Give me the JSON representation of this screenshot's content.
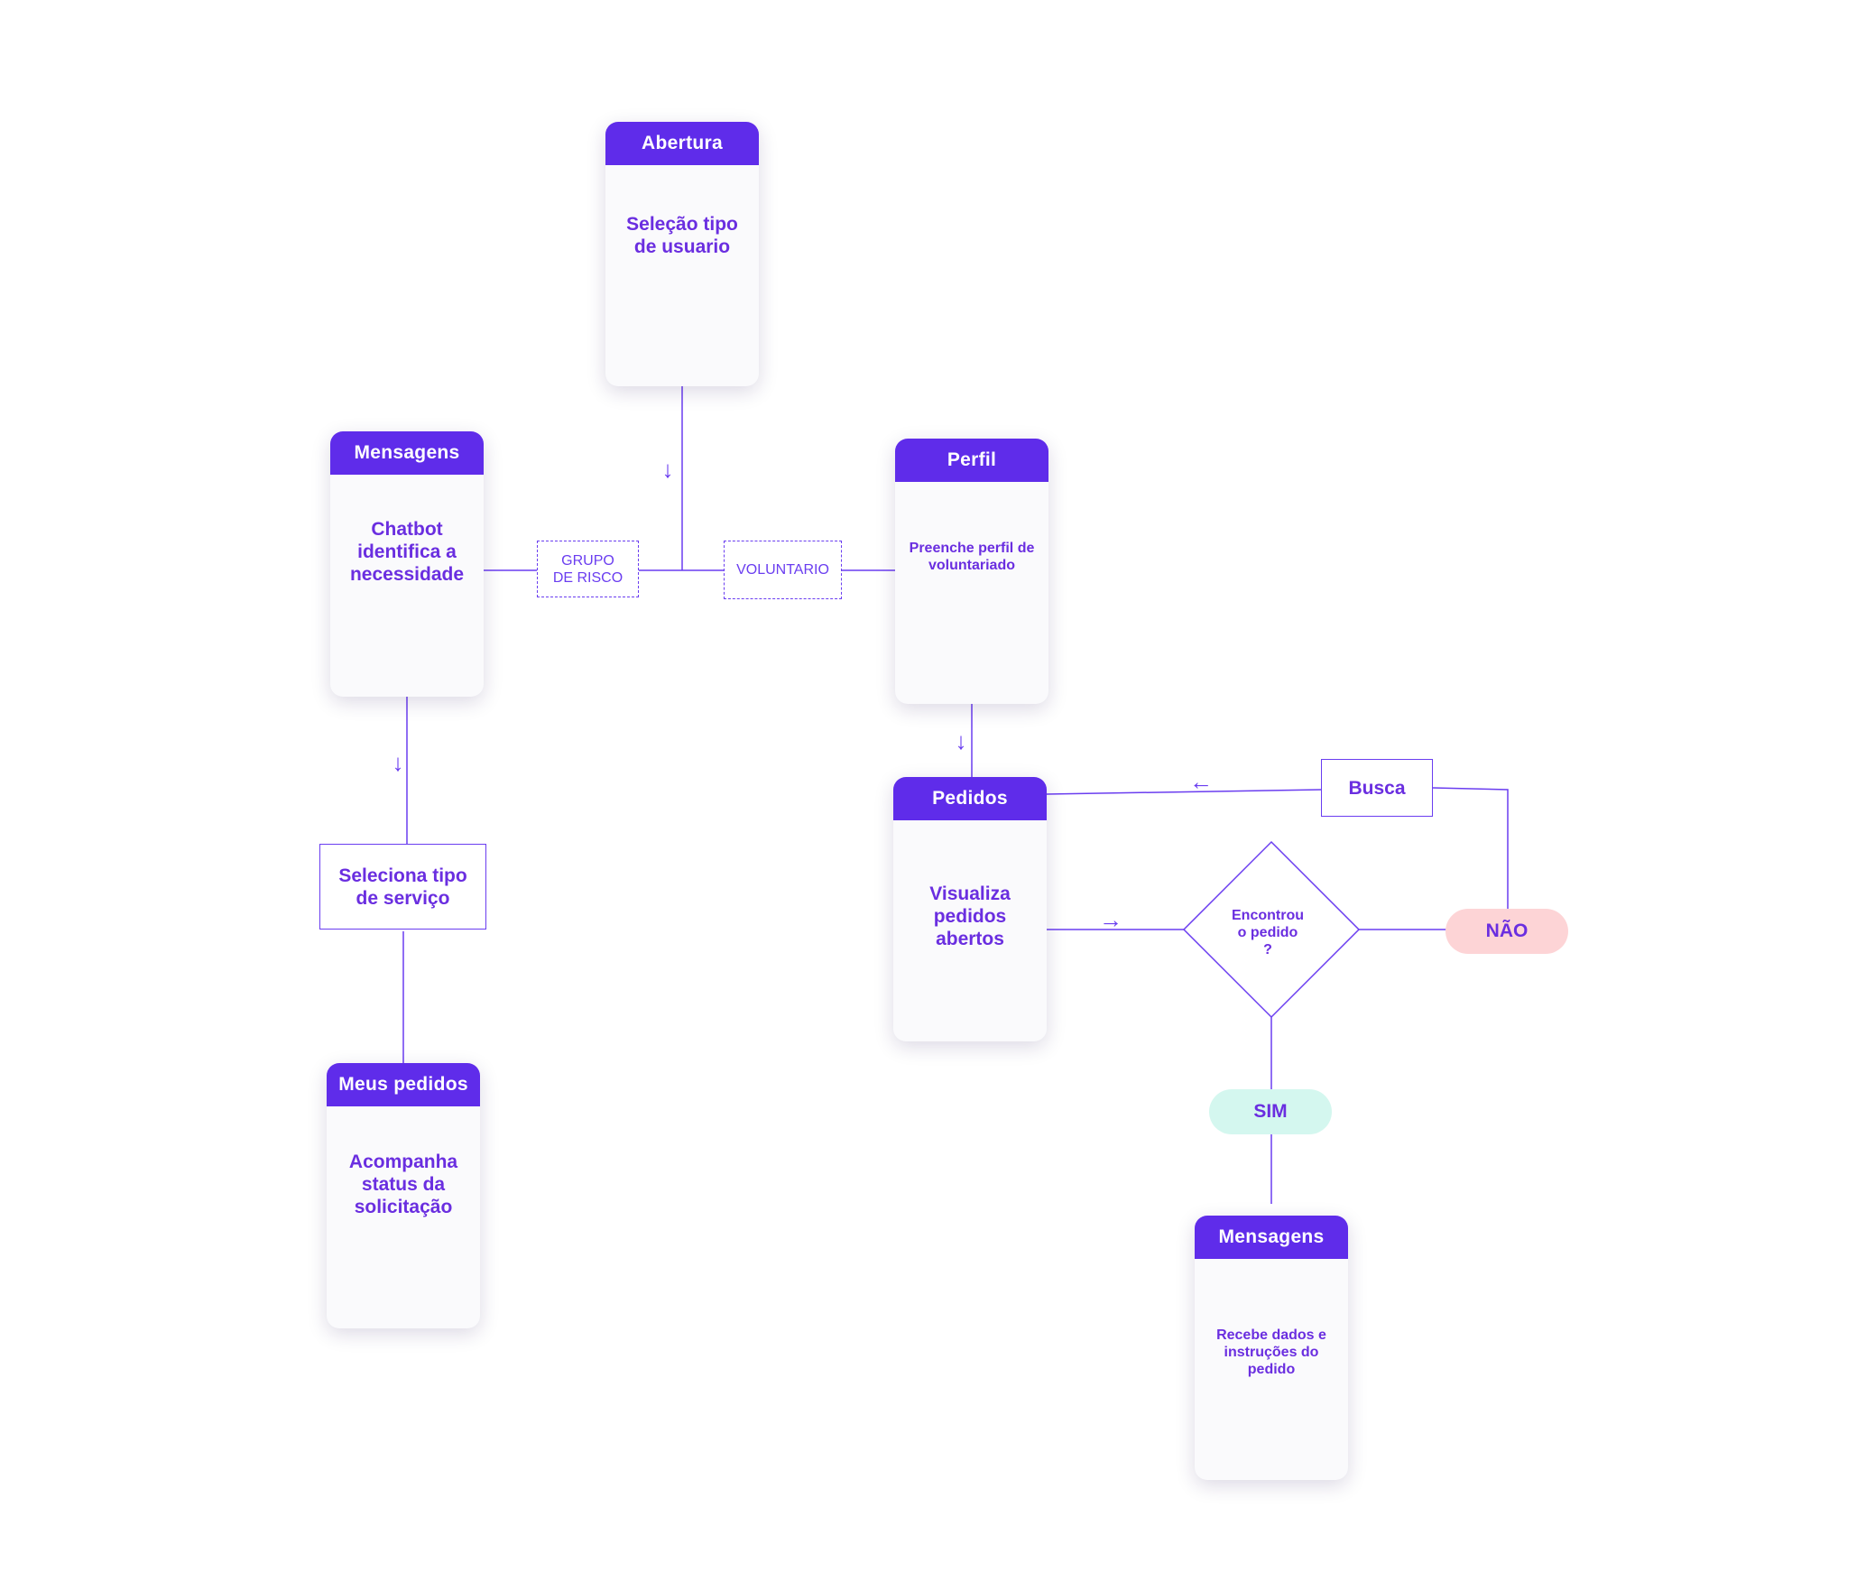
{
  "colors": {
    "header_purple": "#5f2cea",
    "text_purple": "#6a2ee0",
    "line_purple": "#6a3df0",
    "card_bg": "#fafafc",
    "nao_pill": "#fdd4d6",
    "sim_pill": "#d4f7ef"
  },
  "cards": {
    "abertura": {
      "header": "Abertura",
      "body": "Seleção tipo de usuario"
    },
    "mensagens_left": {
      "header": "Mensagens",
      "body": "Chatbot identifica a necessidade"
    },
    "perfil": {
      "header": "Perfil",
      "body": "Preenche perfil de voluntariado"
    },
    "pedidos": {
      "header": "Pedidos",
      "body": "Visualiza pedidos abertos"
    },
    "meus_pedidos": {
      "header": "Meus pedidos",
      "body": "Acompanha status da solicitação"
    },
    "mensagens_right": {
      "header": "Mensagens",
      "body": "Recebe dados e instruções do pedido"
    }
  },
  "boxes": {
    "seleciona_servico": "Seleciona tipo de serviço",
    "busca": "Busca"
  },
  "tags": {
    "grupo_risco": "GRUPO DE RISCO",
    "voluntario": "VOLUNTARIO"
  },
  "decision": {
    "question": "Encontrou o pedido ?"
  },
  "pills": {
    "nao": "NÃO",
    "sim": "SIM"
  },
  "arrows": {
    "down": "↓",
    "left": "←",
    "right": "→"
  },
  "icons": [
    "arrow-down-icon",
    "arrow-left-icon",
    "arrow-right-icon"
  ]
}
